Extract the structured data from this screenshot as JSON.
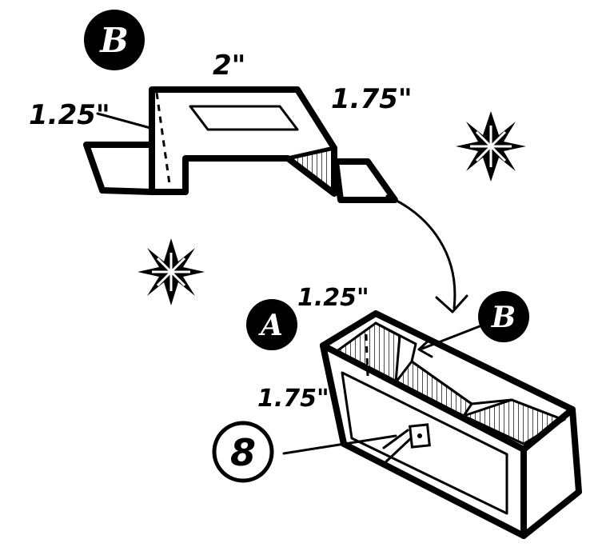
{
  "flat_piece": {
    "badge_label": "B",
    "width_label": "2\"",
    "left_label": "1.25\"",
    "right_label": "1.75\""
  },
  "assembled_box": {
    "badge_a_label": "A",
    "badge_b_label": "B",
    "top_label": "1.25\"",
    "side_label": "1.75\"",
    "step_badge_label": "8"
  },
  "colors": {
    "ink": "#000000",
    "paper": "#ffffff"
  },
  "icons": [
    "star-icon",
    "star-icon"
  ]
}
